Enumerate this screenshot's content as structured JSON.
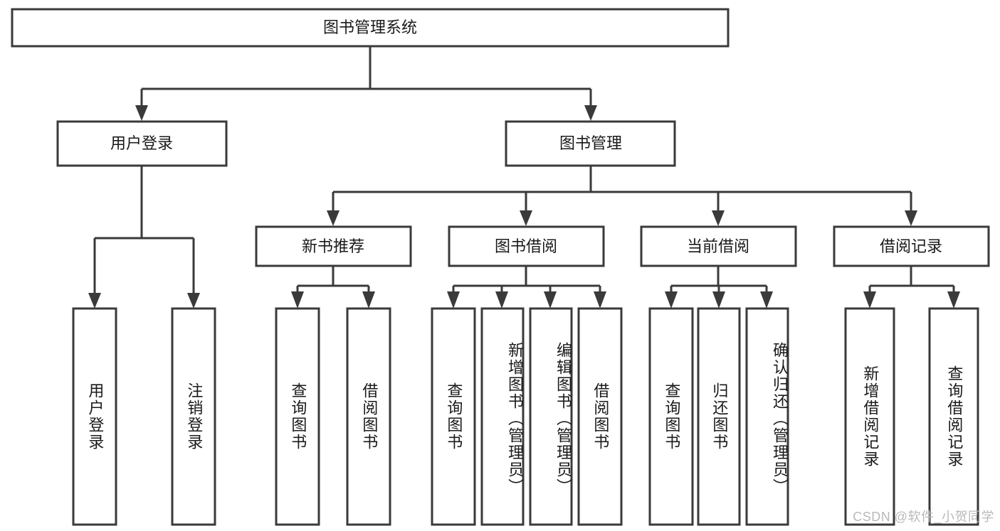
{
  "diagram": {
    "type": "tree-hierarchy-chart",
    "title": "图书管理系统",
    "background_color": "#ffffff",
    "stroke_color": "#3a3a3a",
    "text_color": "#1a1a1a",
    "root": {
      "label": "图书管理系统"
    },
    "level2": [
      {
        "label": "用户登录"
      },
      {
        "label": "图书管理"
      }
    ],
    "level3": [
      {
        "label": "新书推荐"
      },
      {
        "label": "图书借阅"
      },
      {
        "label": "当前借阅"
      },
      {
        "label": "借阅记录"
      }
    ],
    "leaves": {
      "user_login": [
        {
          "label": "用户登录"
        },
        {
          "label": "注销登录"
        }
      ],
      "new_book_recommend": [
        {
          "label": "查询图书"
        },
        {
          "label": "借阅图书"
        }
      ],
      "book_borrow": [
        {
          "label": "查询图书"
        },
        {
          "label": "新增图书（管理员）"
        },
        {
          "label": "编辑图书（管理员）"
        },
        {
          "label": "借阅图书"
        }
      ],
      "current_borrow": [
        {
          "label": "查询图书"
        },
        {
          "label": "归还图书"
        },
        {
          "label": "确认归还（管理员）"
        }
      ],
      "borrow_record": [
        {
          "label": "新增借阅记录"
        },
        {
          "label": "查询借阅记录"
        }
      ]
    }
  },
  "watermark": {
    "text": "CSDN @软件_小贺同学"
  }
}
